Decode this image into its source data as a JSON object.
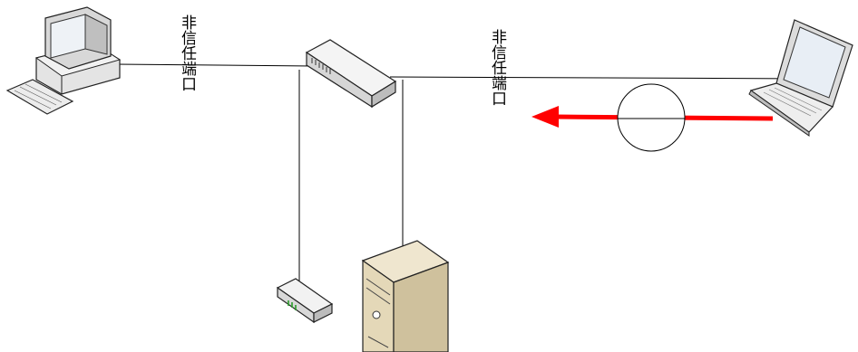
{
  "diagram": {
    "labels": {
      "left_port": "非信任端口",
      "right_port": "非信任端口"
    },
    "devices": [
      {
        "id": "desktop",
        "icon": "desktop-computer-icon"
      },
      {
        "id": "switch",
        "icon": "network-switch-icon"
      },
      {
        "id": "laptop",
        "icon": "laptop-icon"
      },
      {
        "id": "router",
        "icon": "router-icon"
      },
      {
        "id": "server",
        "icon": "tower-server-icon"
      }
    ],
    "colors": {
      "line": "#000000",
      "flow_arrow": "#ff0000"
    }
  }
}
